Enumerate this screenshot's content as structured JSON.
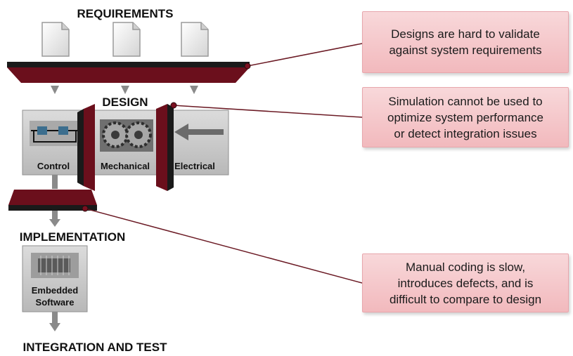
{
  "headings": {
    "requirements": "REQUIREMENTS",
    "design": "DESIGN",
    "implementation": "IMPLEMENTATION",
    "integration": "INTEGRATION AND TEST"
  },
  "blocks": {
    "control": "Control",
    "mechanical": "Mechanical",
    "electrical": "Electrical",
    "embedded_line1": "Embedded",
    "embedded_line2": "Software"
  },
  "callouts": [
    {
      "text": "Designs are hard to validate\nagainst system requirements"
    },
    {
      "text": "Simulation cannot be used to\noptimize system performance\nor detect integration issues"
    },
    {
      "text": "Manual coding is slow,\nintroduces defects, and is\ndifficult to compare to design"
    }
  ],
  "colors": {
    "bar_dark": "#6b0f1c",
    "bar_top": "#1a1a1a",
    "connector": "#6b1a24",
    "callout_fill": "#f4c2c5",
    "block_fill": "#c9c9c9",
    "arrow": "#8a8a8a"
  },
  "icons": {
    "document": "document-icon",
    "control": "feedback-loop-icon",
    "mechanical": "gears-icon",
    "electrical": "arrow-left-icon",
    "embedded": "chip-icon"
  }
}
